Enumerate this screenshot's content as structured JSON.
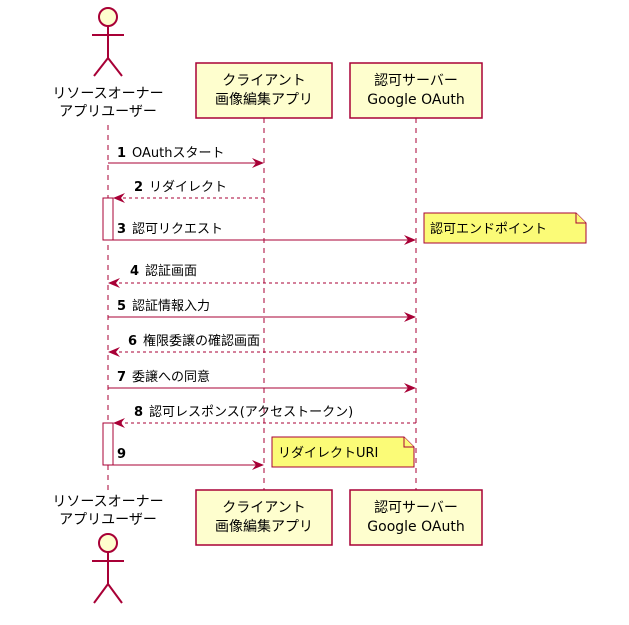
{
  "participants": {
    "owner": {
      "line1": "リソースオーナー",
      "line2": "アプリユーザー"
    },
    "client": {
      "line1": "クライアント",
      "line2": "画像編集アプリ"
    },
    "server": {
      "line1": "認可サーバー",
      "line2": "Google OAuth"
    }
  },
  "messages": [
    {
      "num": "1",
      "text": "OAuthスタート",
      "from": "owner",
      "to": "client",
      "style": "solid"
    },
    {
      "num": "2",
      "text": "リダイレクト",
      "from": "client",
      "to": "owner",
      "style": "dashed"
    },
    {
      "num": "3",
      "text": "認可リクエスト",
      "from": "owner",
      "to": "server",
      "style": "solid"
    },
    {
      "num": "4",
      "text": "認証画面",
      "from": "server",
      "to": "owner",
      "style": "dashed"
    },
    {
      "num": "5",
      "text": "認証情報入力",
      "from": "owner",
      "to": "server",
      "style": "solid"
    },
    {
      "num": "6",
      "text": "権限委譲の確認画面",
      "from": "server",
      "to": "owner",
      "style": "dashed"
    },
    {
      "num": "7",
      "text": "委譲への同意",
      "from": "owner",
      "to": "server",
      "style": "solid"
    },
    {
      "num": "8",
      "text": "認可レスポンス(アクセストークン)",
      "from": "server",
      "to": "owner",
      "style": "dashed"
    },
    {
      "num": "9",
      "text": "",
      "from": "owner",
      "to": "client",
      "style": "solid"
    }
  ],
  "notes": {
    "authorize_endpoint": "認可エンドポイント",
    "redirect_uri": "リダイレクトURI"
  },
  "colors": {
    "border": "#A80036",
    "participant_fill": "#FEFECE",
    "note_fill": "#FBFB77"
  }
}
